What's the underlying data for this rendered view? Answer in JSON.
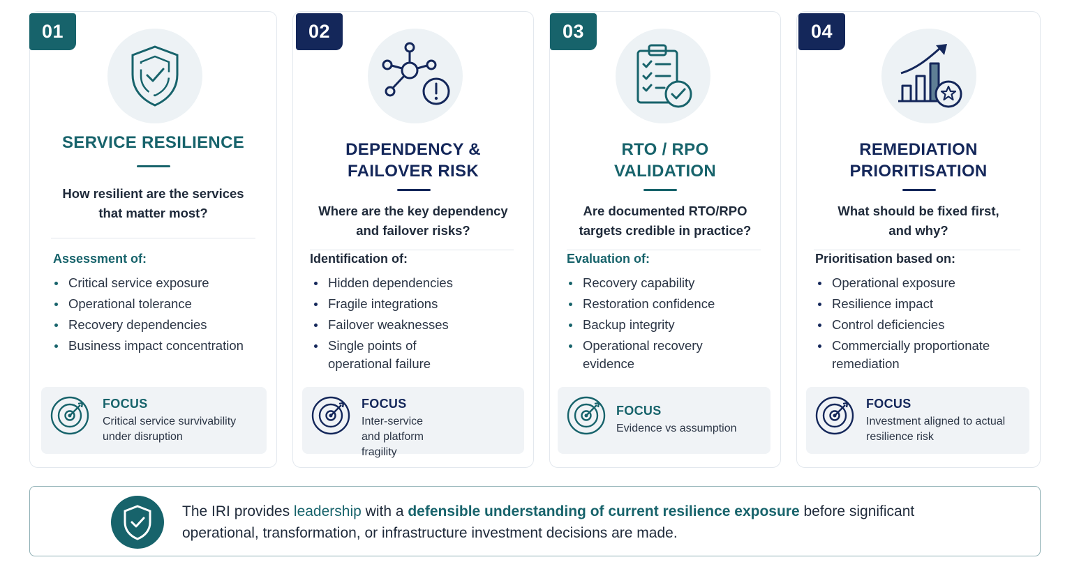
{
  "colors": {
    "teal": "#17636b",
    "navy": "#14275a",
    "text": "#1f2a3a",
    "panel": "#f0f3f6",
    "icon_bg": "#edf2f5"
  },
  "cards": [
    {
      "number": "01",
      "icon": "shield-check-icon",
      "title": [
        "SERVICE RESILIENCE"
      ],
      "question": [
        "How resilient are the services",
        "that matter most?"
      ],
      "list_heading": "Assessment of:",
      "items": [
        "Critical service exposure",
        "Operational tolerance",
        "Recovery dependencies",
        "Business impact concentration"
      ],
      "focus_label": "FOCUS",
      "focus_text": "Critical service survivability under disruption"
    },
    {
      "number": "02",
      "icon": "dependency-network-alert-icon",
      "title": [
        "DEPENDENCY &",
        "FAILOVER RISK"
      ],
      "question": [
        "Where are the key dependency",
        "and failover risks?"
      ],
      "list_heading": "Identification of:",
      "items": [
        "Hidden dependencies",
        "Fragile integrations",
        "Failover weaknesses",
        "Single points of operational failure"
      ],
      "focus_label": "FOCUS",
      "focus_text": "Inter-service and platform fragility"
    },
    {
      "number": "03",
      "icon": "clipboard-checklist-icon",
      "title": [
        "RTO / RPO",
        "VALIDATION"
      ],
      "question": [
        "Are documented RTO/RPO",
        "targets credible in practice?"
      ],
      "list_heading": "Evaluation of:",
      "items": [
        "Recovery capability",
        "Restoration confidence",
        "Backup integrity",
        "Operational recovery evidence"
      ],
      "focus_label": "FOCUS",
      "focus_text": "Evidence vs assumption"
    },
    {
      "number": "04",
      "icon": "growth-chart-star-icon",
      "title": [
        "REMEDIATION",
        "PRIORITISATION"
      ],
      "question": [
        "What should be fixed first,",
        "and why?"
      ],
      "list_heading": "Prioritisation based on:",
      "items": [
        "Operational exposure",
        "Resilience impact",
        "Control deficiencies",
        "Commercially proportionate remediation"
      ],
      "focus_label": "FOCUS",
      "focus_text": "Investment aligned to actual resilience risk"
    }
  ],
  "banner": {
    "icon": "shield-check-icon",
    "text_1": "The IRI provides ",
    "text_2": "leadership",
    "text_3": " with a ",
    "text_4": "defensible understanding of current resilience exposure",
    "text_5": " before significant operational, transformation, or infrastructure investment decisions are made."
  }
}
